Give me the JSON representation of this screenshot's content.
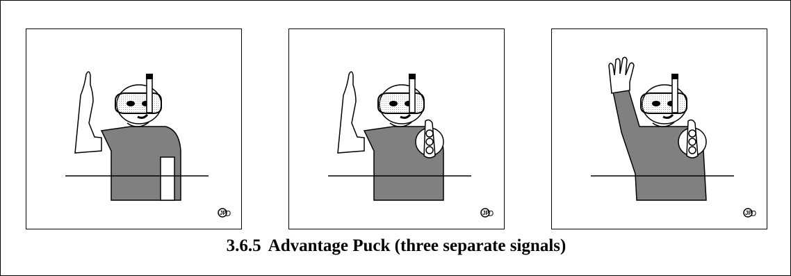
{
  "caption": {
    "number": "3.6.5",
    "title": "Advantage Puck (three separate signals)"
  },
  "logo": {
    "text": "JP"
  },
  "colors": {
    "shirt": "#808080",
    "line": "#000000",
    "background": "#ffffff"
  },
  "panels": [
    {
      "id": "signal-1",
      "raised_hand": "flat",
      "holds_puck_board": false,
      "side_board": true
    },
    {
      "id": "signal-2",
      "raised_hand": "flat",
      "holds_puck_board": true,
      "side_board": false
    },
    {
      "id": "signal-3",
      "raised_hand": "open",
      "holds_puck_board": true,
      "side_board": false
    }
  ]
}
